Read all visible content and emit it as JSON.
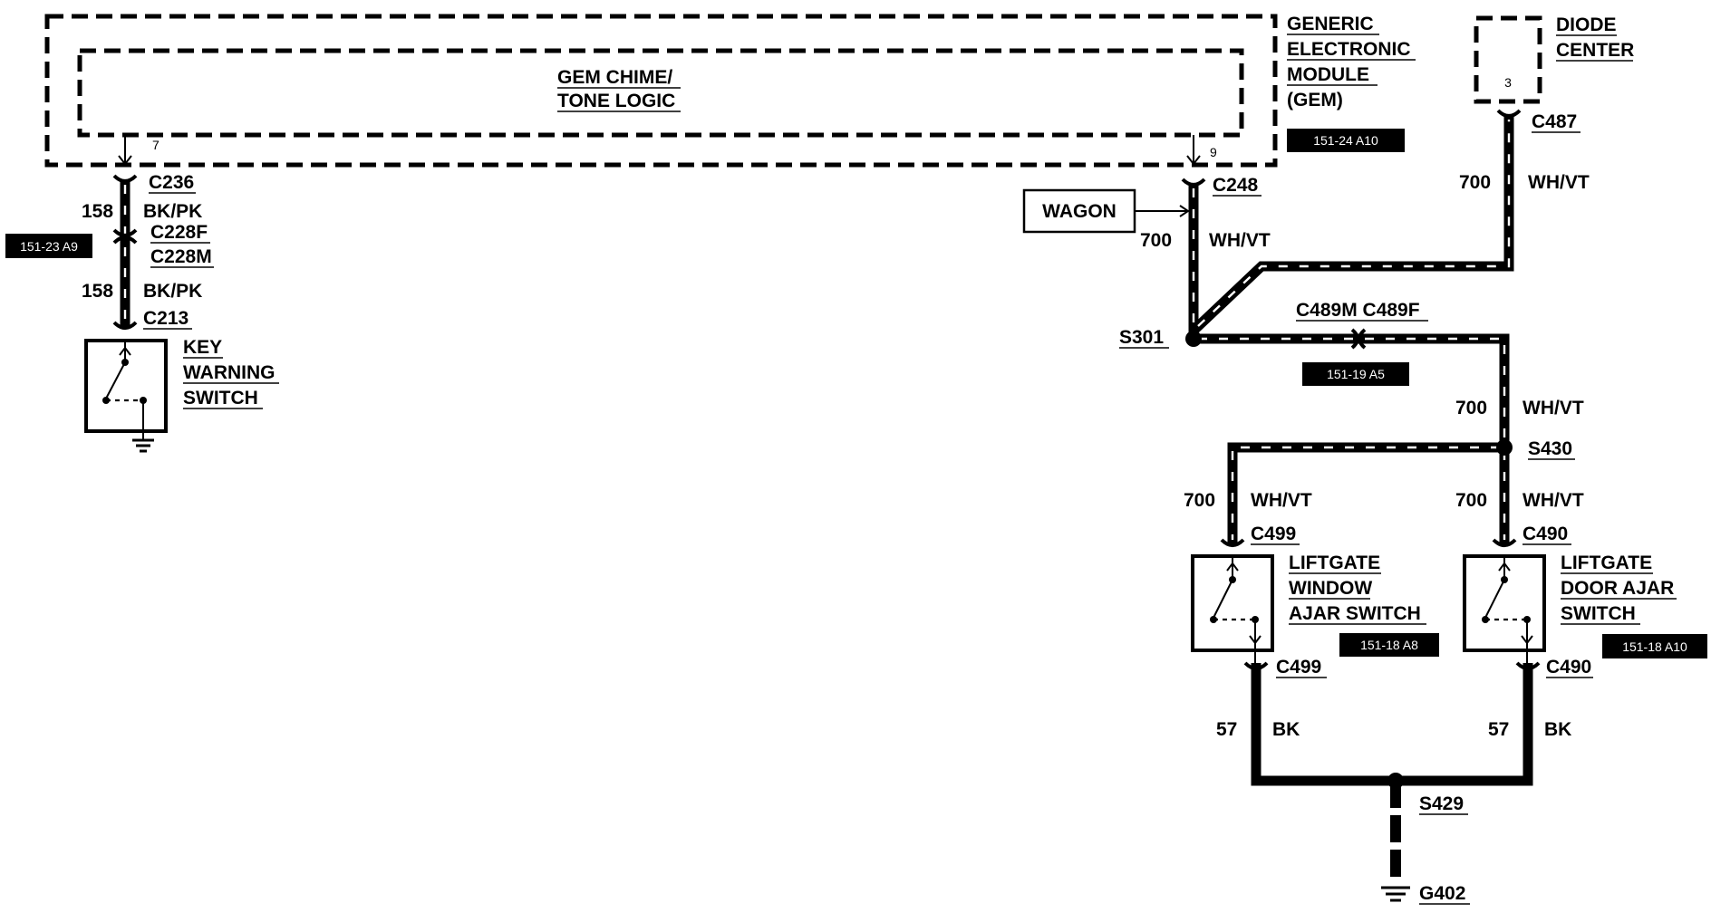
{
  "modules": {
    "gem_title": [
      "GENERIC",
      "ELECTRONIC",
      "MODULE",
      "(GEM)"
    ],
    "gem_inner": [
      "GEM CHIME/",
      "TONE LOGIC"
    ],
    "gem_ref": "151-24 A10",
    "gem_pin_left": "7",
    "gem_pin_right": "9",
    "diode_title": [
      "DIODE",
      "CENTER"
    ],
    "diode_pin": "3",
    "wagon": "WAGON"
  },
  "connectors": {
    "c236": "C236",
    "c228f": "C228F",
    "c228m": "C228M",
    "c213": "C213",
    "c248": "C248",
    "c487": "C487",
    "c489": "C489M C489F",
    "c499_top": "C499",
    "c499_bot": "C499",
    "c490_top": "C490",
    "c490_bot": "C490"
  },
  "splices": {
    "s301": "S301",
    "s430": "S430",
    "s429": "S429",
    "g402": "G402"
  },
  "wires": {
    "w158": "158",
    "bkpk": "BK/PK",
    "w700": "700",
    "whvt": "WH/VT",
    "w57": "57",
    "bk": "BK"
  },
  "refs": {
    "r151_23": "151-23 A9",
    "r151_19": "151-19 A5",
    "r151_18a8": "151-18 A8",
    "r151_18a10": "151-18 A10"
  },
  "switches": {
    "key": [
      "KEY",
      "WARNING",
      "SWITCH"
    ],
    "window": [
      "LIFTGATE",
      "WINDOW",
      "AJAR SWITCH"
    ],
    "door": [
      "LIFTGATE",
      "DOOR AJAR",
      "SWITCH"
    ]
  }
}
